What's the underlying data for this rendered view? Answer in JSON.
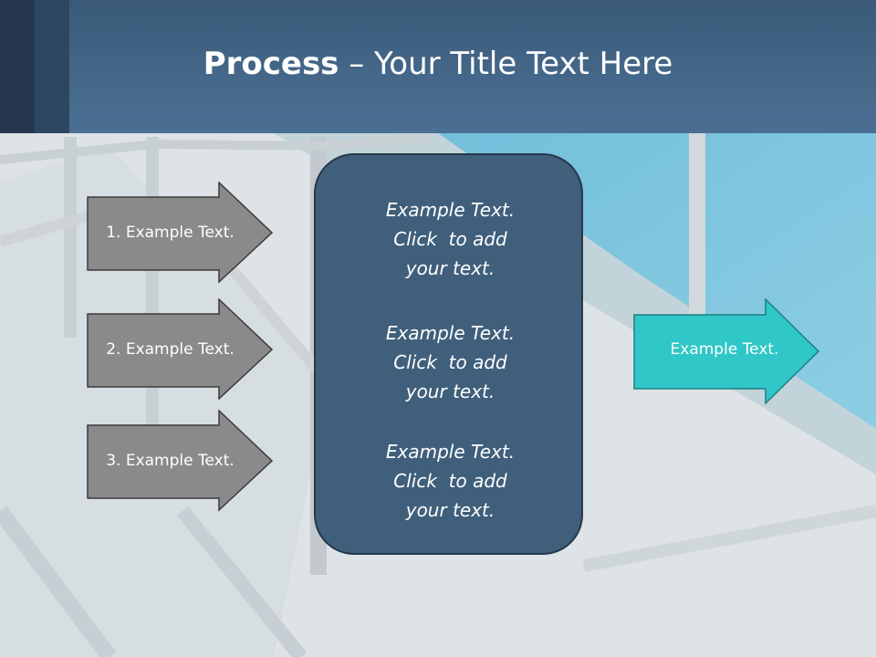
{
  "slide": {
    "title_bold": "Process",
    "title_rest": " – Your Title Text Here"
  },
  "left_steps": [
    {
      "label": "1. Example Text."
    },
    {
      "label": "2. Example Text."
    },
    {
      "label": "3. Example Text."
    }
  ],
  "center_blocks": [
    {
      "line1": "Example Text.",
      "line2": "Click  to add",
      "line3": "your text."
    },
    {
      "line1": "Example Text.",
      "line2": "Click  to add",
      "line3": "your text."
    },
    {
      "line1": "Example Text.",
      "line2": "Click  to add",
      "line3": "your text."
    }
  ],
  "result": {
    "label": "Example Text."
  },
  "colors": {
    "header": "#45688a",
    "left_arrow_fill": "#8a8a8a",
    "left_arrow_stroke": "#3a3a3a",
    "panel_fill": "#3f5f7b",
    "result_fill": "#2fc7c7"
  }
}
